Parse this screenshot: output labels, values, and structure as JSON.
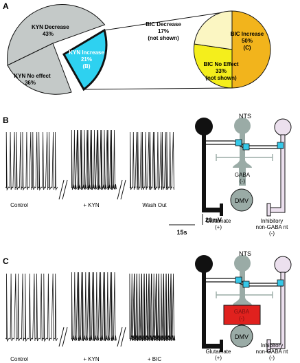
{
  "panels": {
    "a": "A",
    "b": "B",
    "c": "C"
  },
  "pie_kyn": {
    "decrease": "KYN Decrease",
    "decrease_pct": "43%",
    "no_effect": "KYN No effect",
    "no_effect_pct": "36%",
    "increase": "KYN Increase",
    "increase_pct": "21%",
    "increase_note": "(B)"
  },
  "pie_bic": {
    "decrease": "BIC Decrease",
    "decrease_pct": "17%",
    "decrease_note": "(not shown)",
    "increase": "BIC Increase",
    "increase_pct": "50%",
    "increase_note": "(C)",
    "no_effect": "BIC No Effect",
    "no_effect_pct": "33%",
    "no_effect_note": "(not shown)"
  },
  "traces_b": {
    "control": "Control",
    "kyn": "+ KYN",
    "wash": "Wash Out"
  },
  "traces_c": {
    "control": "Control",
    "kyn": "+ KYN",
    "bic": "+ BIC"
  },
  "scalebar": {
    "voltage": "20mV",
    "time": "15s"
  },
  "diagram": {
    "nts": "NTS",
    "gaba": "GABA",
    "gaba_sign": "(-)",
    "dmv": "DMV",
    "glutamate": "Glutamate",
    "glutamate_sign": "(+)",
    "inhibitory": "Inhibitory",
    "non_gaba": "non-GABA nt",
    "inhibitory_sign": "(-)"
  },
  "colors": {
    "kyn_pie": "#c4c9c8",
    "kyn_increase": "#2ed1f0",
    "bic_decrease": "#fbf6c2",
    "bic_increase": "#f2b41c",
    "bic_no_effect": "#f4ee1c",
    "gaba_neuron": "#9aaba6",
    "inhibitory_neuron": "#ece0ee",
    "gaba_active": "#e0211e",
    "synapse": "#35c8e8"
  }
}
